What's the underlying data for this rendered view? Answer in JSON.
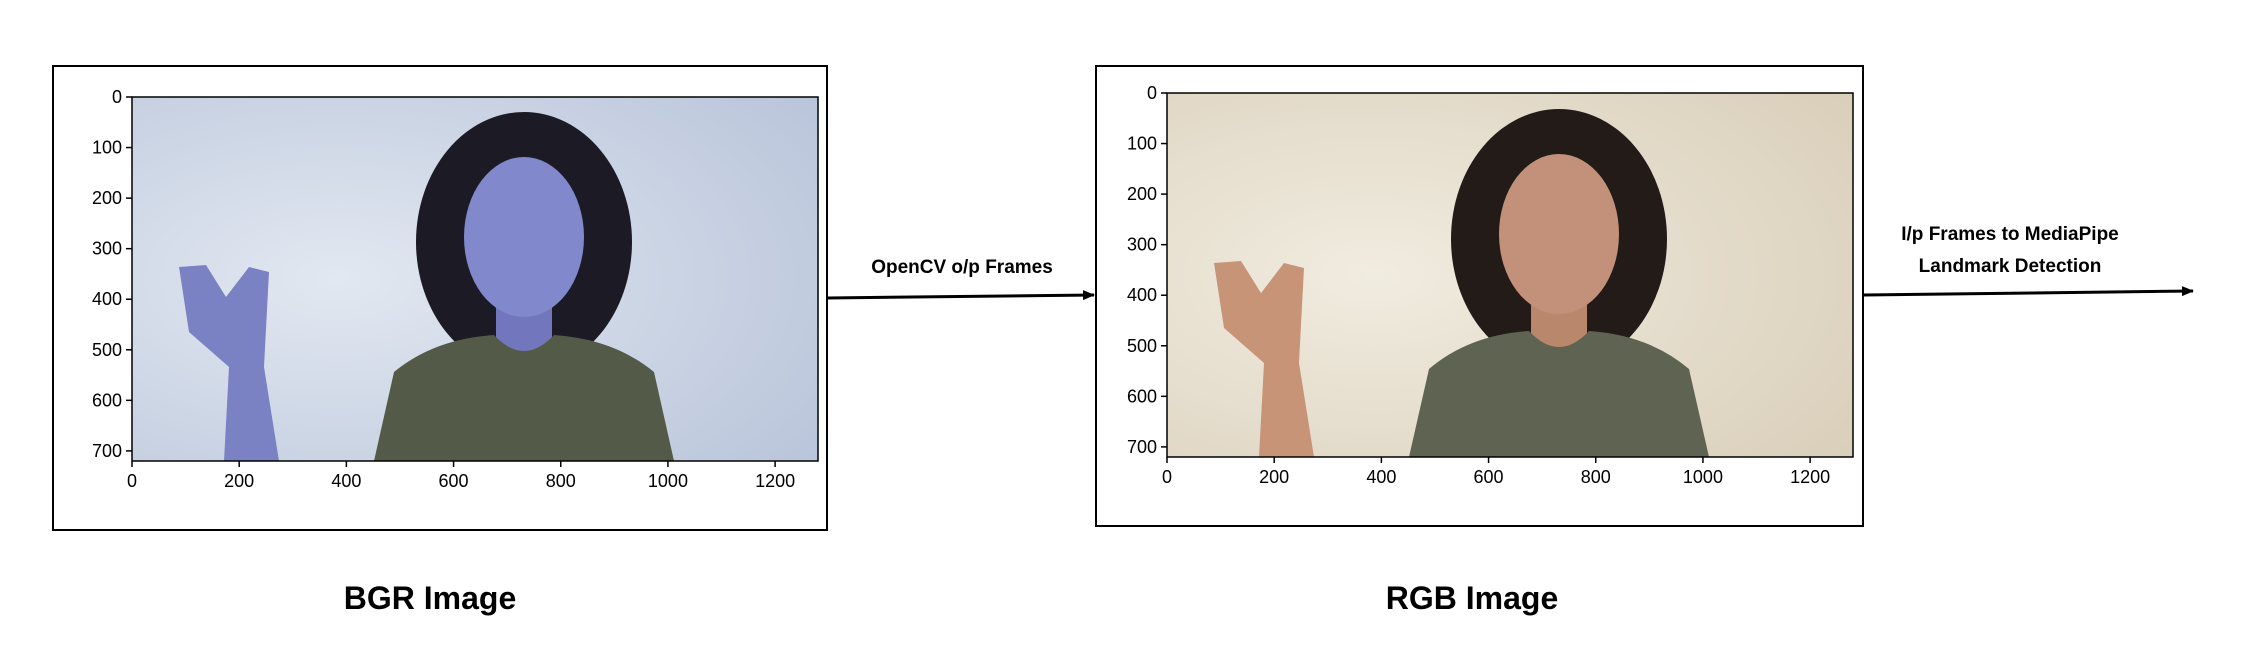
{
  "captions": {
    "bgr": "BGR Image",
    "rgb": "RGB Image"
  },
  "arrows": {
    "opencv_label": "OpenCV o/p Frames",
    "mediapipe_label_line1": "I/p Frames to MediaPipe",
    "mediapipe_label_line2": "Landmark Detection"
  },
  "colors": {
    "bgr_background": "#c9d3e6",
    "bgr_skin": "#7f86c8",
    "rgb_background": "#ece5d4",
    "rgb_skin": "#c8967a",
    "shirt": "#5d6450",
    "hair": "#1f1a19"
  },
  "chart_data": [
    {
      "type": "image",
      "title": "BGR Image",
      "x_ticks": [
        0,
        200,
        400,
        600,
        800,
        1000,
        1200
      ],
      "y_ticks": [
        0,
        100,
        200,
        300,
        400,
        500,
        600,
        700
      ],
      "xlim": [
        0,
        1280
      ],
      "ylim": [
        720,
        0
      ],
      "color_order": "BGR"
    },
    {
      "type": "image",
      "title": "RGB Image",
      "x_ticks": [
        0,
        200,
        400,
        600,
        800,
        1000,
        1200
      ],
      "y_ticks": [
        0,
        100,
        200,
        300,
        400,
        500,
        600,
        700
      ],
      "xlim": [
        0,
        1280
      ],
      "ylim": [
        720,
        0
      ],
      "color_order": "RGB"
    }
  ]
}
